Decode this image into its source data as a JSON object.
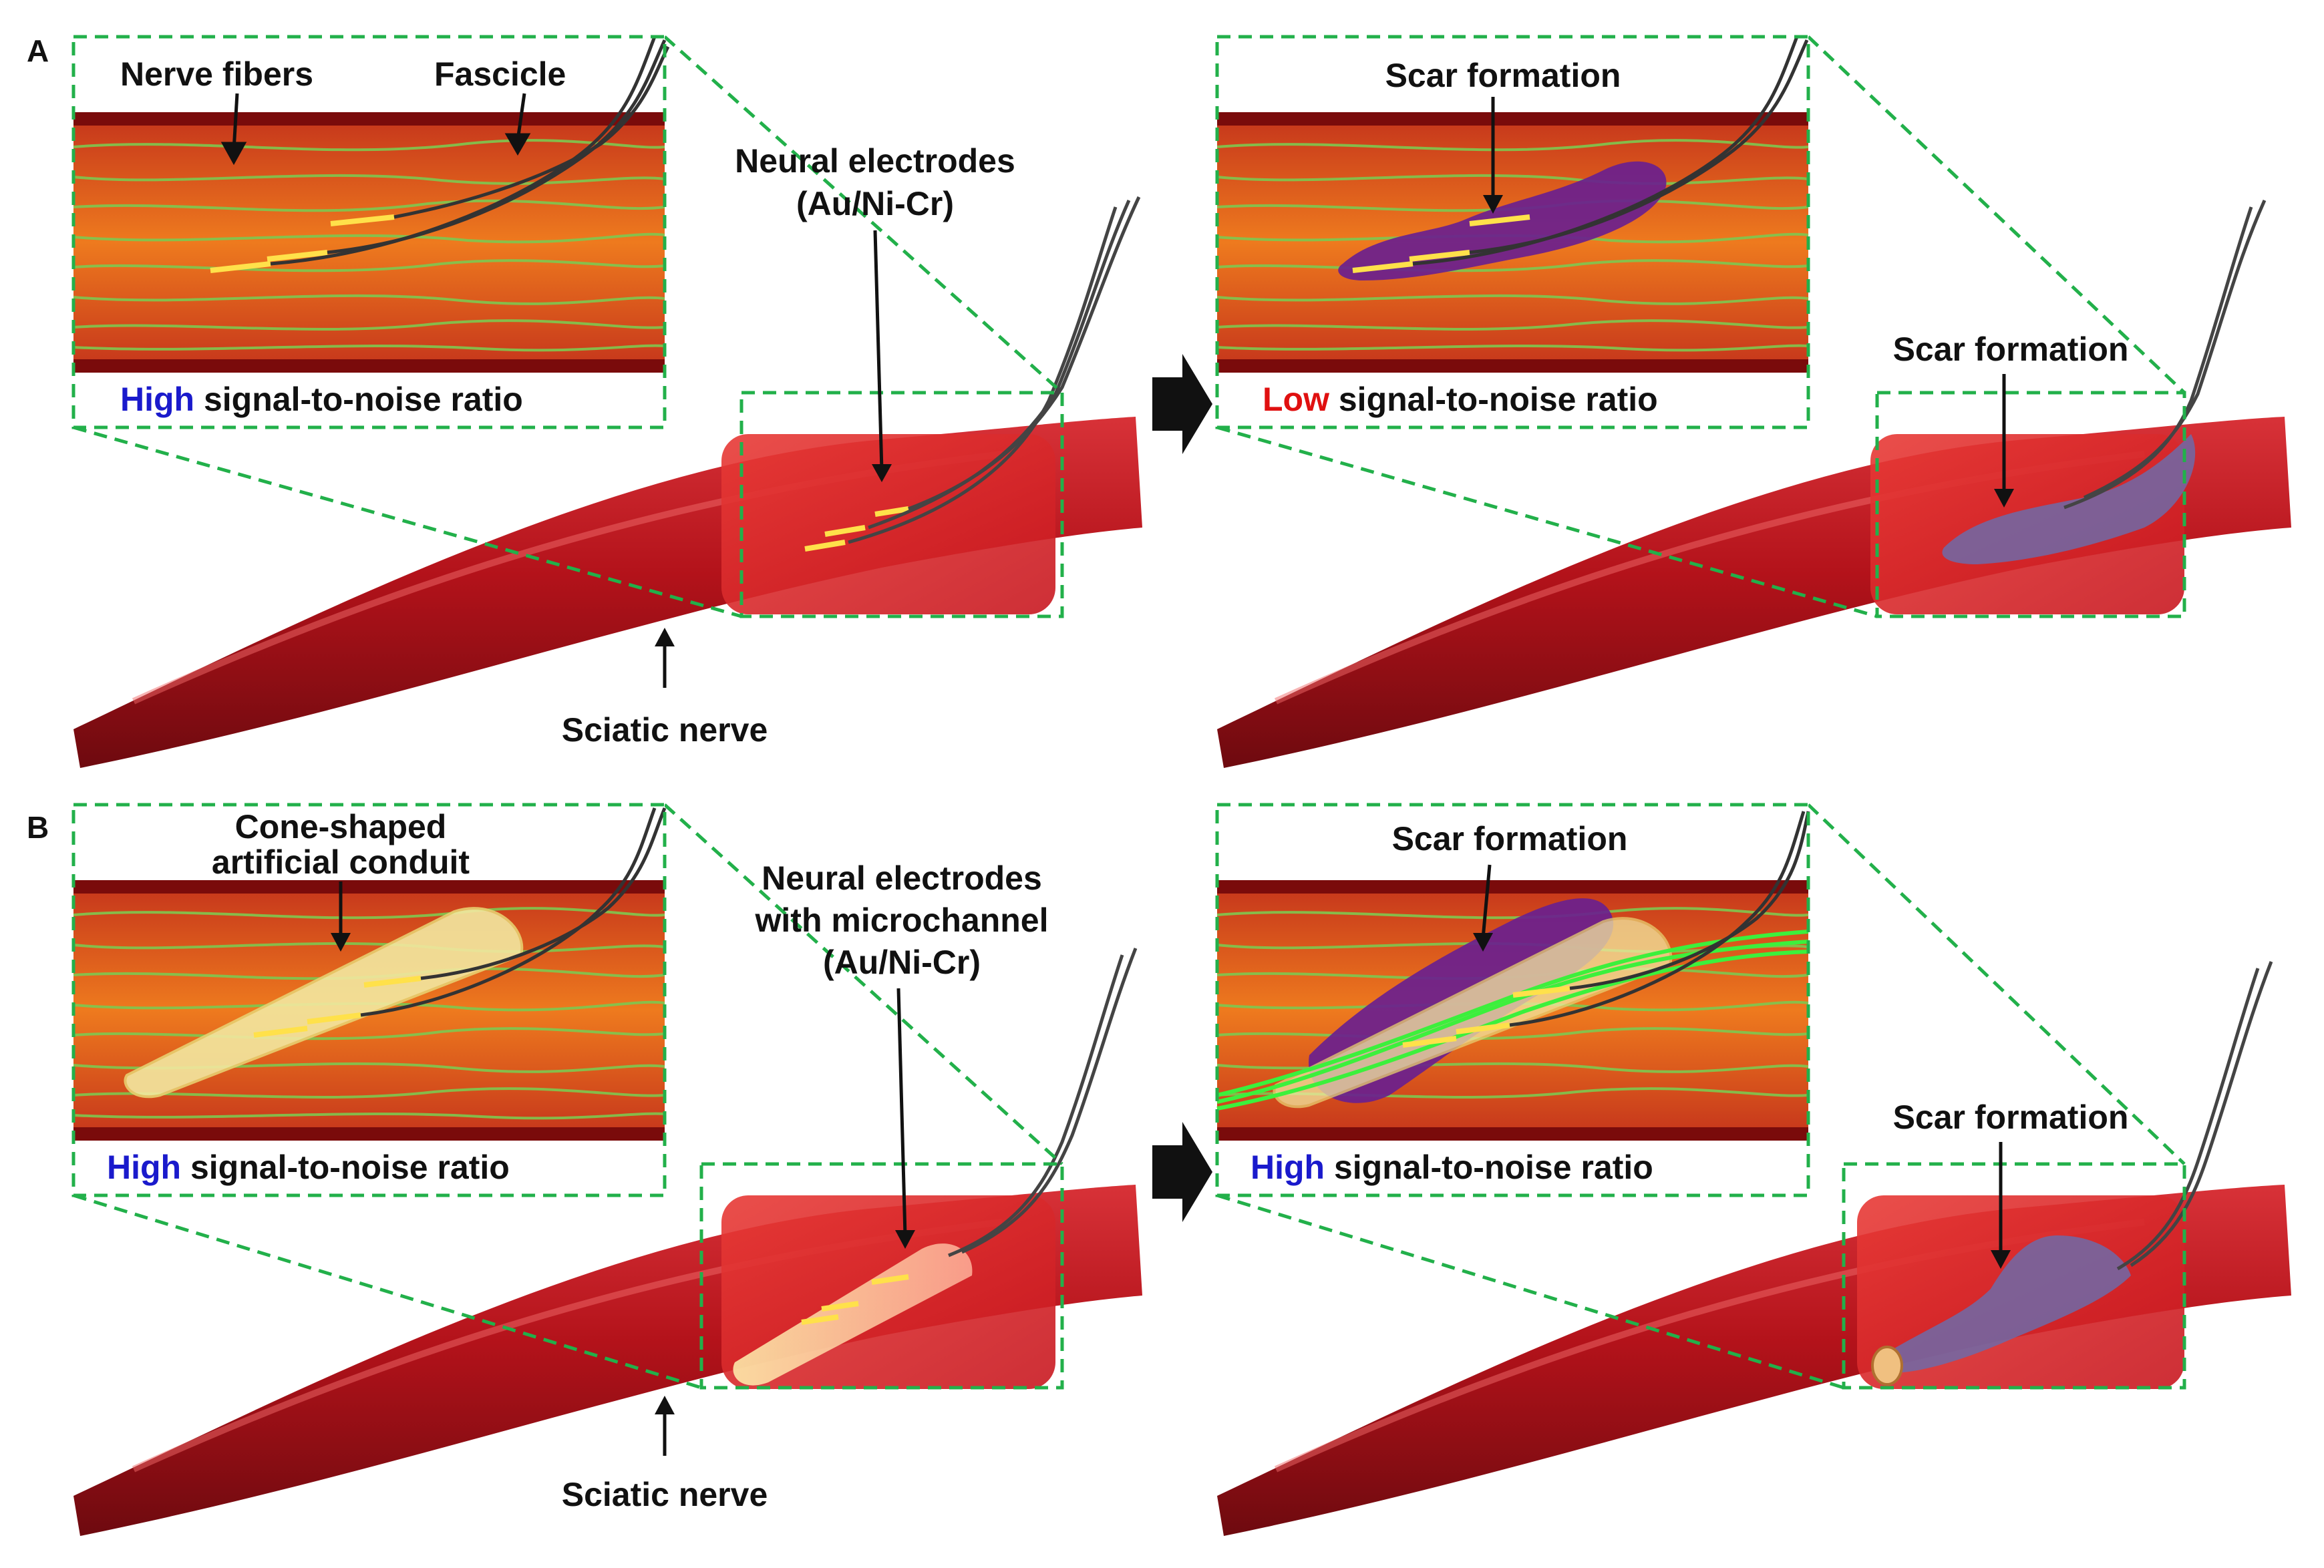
{
  "panels": [
    {
      "letter": "A",
      "left": {
        "inset_labels": [
          "Nerve fibers",
          "Fascicle"
        ],
        "snr_word": "High",
        "snr_rest": " signal-to-noise ratio",
        "electrode_label": [
          "Neural electrodes",
          "(Au/Ni-Cr)"
        ],
        "nerve_label": "Sciatic nerve"
      },
      "right": {
        "inset_label": "Scar formation",
        "snr_word": "Low",
        "snr_rest": " signal-to-noise ratio",
        "nerve_label": "Scar formation"
      }
    },
    {
      "letter": "B",
      "left": {
        "inset_label": [
          "Cone-shaped",
          "artificial conduit"
        ],
        "snr_word": "High",
        "snr_rest": " signal-to-noise ratio",
        "electrode_label": [
          "Neural electrodes",
          "with microchannel",
          "(Au/Ni-Cr)"
        ],
        "nerve_label": "Sciatic nerve"
      },
      "right": {
        "inset_label": "Scar formation",
        "snr_word": "High",
        "snr_rest": " signal-to-noise ratio",
        "nerve_label": "Scar formation"
      }
    }
  ],
  "colors": {
    "high": "#1a1acc",
    "low": "#e01010",
    "dashed_box": "#22b04a",
    "nerve": "#c0141e",
    "fiber": "#7ec850",
    "electrode": "#ffe14a",
    "scar": "#6a1f8e",
    "conduit": "#f3e8a0"
  }
}
